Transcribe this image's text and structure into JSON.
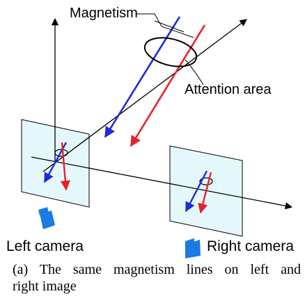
{
  "labels": {
    "magnetism": "Magnetism",
    "attention_area": "Attention area",
    "left_camera": "Left camera",
    "right_camera": "Right camera"
  },
  "caption": {
    "line1": "(a) The same magnetism lines on left and",
    "line2": "right image"
  },
  "colors": {
    "blue_line": "#1f2bd6",
    "red_line": "#e8202a",
    "image_plane_fill": "#e4f8fb",
    "camera": "#1a7be0",
    "axis": "#000000"
  }
}
